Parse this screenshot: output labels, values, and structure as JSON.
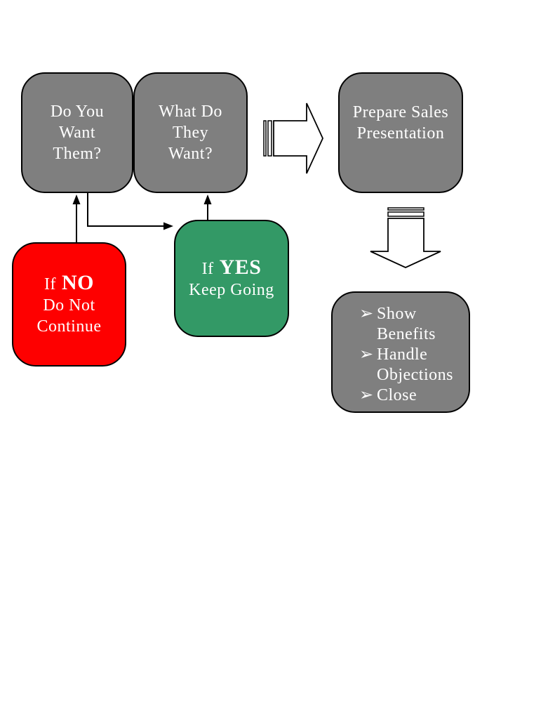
{
  "diagram": {
    "background": "#ffffff",
    "text_color": "#ffffff",
    "outline_color": "#000000",
    "arrow_fill": "#ffffff",
    "nodes": {
      "do_you_want_them": {
        "fill": "#7f7f7f",
        "lines": [
          "Do You",
          "Want",
          "Them?"
        ]
      },
      "what_do_they_want": {
        "fill": "#7f7f7f",
        "lines": [
          "What Do",
          "They",
          "Want?"
        ]
      },
      "prepare_sales_presentation": {
        "fill": "#7f7f7f",
        "lines": [
          "Prepare Sales",
          "Presentation"
        ]
      },
      "if_no": {
        "fill": "#fe0000",
        "prefix": "If",
        "keyword": "NO",
        "lines": [
          "Do Not",
          "Continue"
        ]
      },
      "if_yes": {
        "fill": "#339966",
        "prefix": "If",
        "keyword": "YES",
        "lines": [
          "Keep Going"
        ]
      },
      "sales_steps": {
        "fill": "#7f7f7f",
        "bullet_glyph": "➢",
        "items": [
          "Show Benefits",
          "Handle Objections",
          "Close"
        ]
      }
    }
  }
}
